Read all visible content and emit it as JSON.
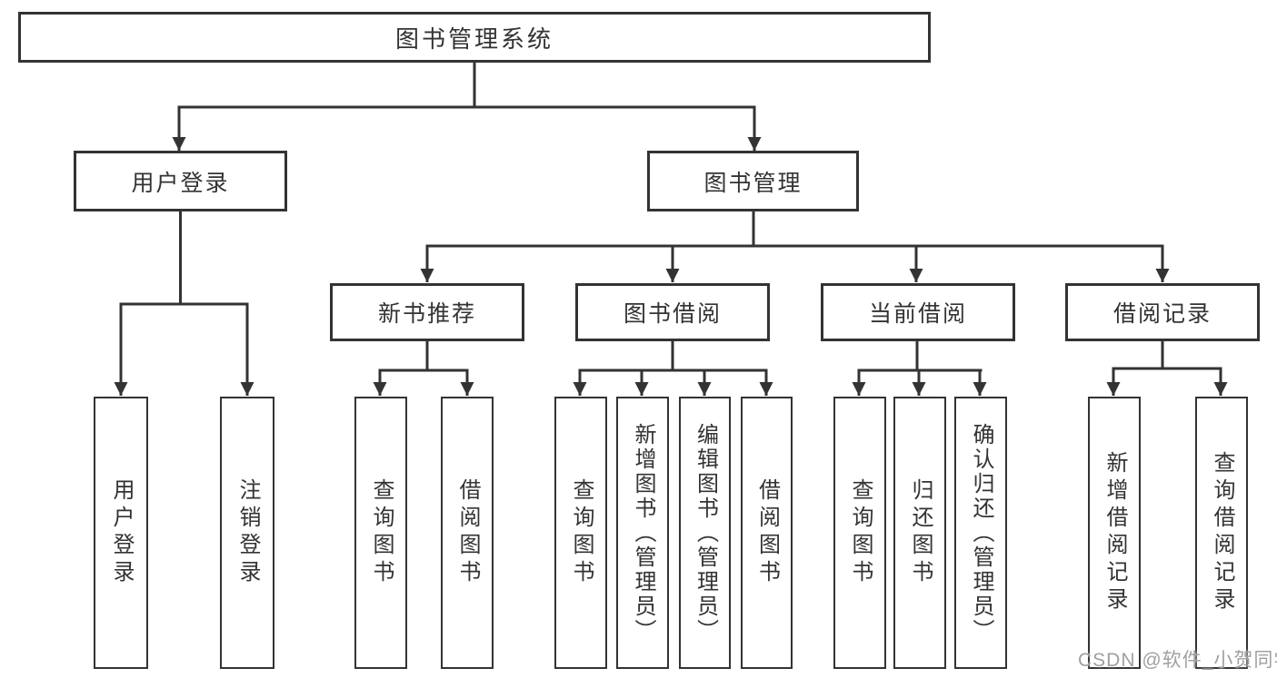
{
  "diagram": {
    "type": "hierarchy-tree",
    "nodes": {
      "root": "图书管理系统",
      "user_login": "用户登录",
      "book_management": "图书管理",
      "new_book_recommend": "新书推荐",
      "book_borrowing": "图书借阅",
      "current_borrowing": "当前借阅",
      "borrowing_records": "借阅记录",
      "leaf_user_login": "用户登录",
      "leaf_logout": "注销登录",
      "leaf_query_books_recommend": "查询图书",
      "leaf_borrow_books_recommend": "借阅图书",
      "leaf_query_books_borrowing": "查询图书",
      "leaf_add_book_admin": "新增图书（管理员）",
      "leaf_edit_book_admin": "编辑图书（管理员）",
      "leaf_borrow_books_borrowing": "借阅图书",
      "leaf_query_books_current": "查询图书",
      "leaf_return_books": "归还图书",
      "leaf_confirm_return_admin": "确认归还（管理员）",
      "leaf_add_borrow_record": "新增借阅记录",
      "leaf_query_borrow_record": "查询借阅记录"
    },
    "edges": [
      [
        "图书管理系统",
        "用户登录"
      ],
      [
        "图书管理系统",
        "图书管理"
      ],
      [
        "用户登录",
        "用户登录"
      ],
      [
        "用户登录",
        "注销登录"
      ],
      [
        "图书管理",
        "新书推荐"
      ],
      [
        "图书管理",
        "图书借阅"
      ],
      [
        "图书管理",
        "当前借阅"
      ],
      [
        "图书管理",
        "借阅记录"
      ],
      [
        "新书推荐",
        "查询图书"
      ],
      [
        "新书推荐",
        "借阅图书"
      ],
      [
        "图书借阅",
        "查询图书"
      ],
      [
        "图书借阅",
        "新增图书（管理员）"
      ],
      [
        "图书借阅",
        "编辑图书（管理员）"
      ],
      [
        "图书借阅",
        "借阅图书"
      ],
      [
        "当前借阅",
        "查询图书"
      ],
      [
        "当前借阅",
        "归还图书"
      ],
      [
        "当前借阅",
        "确认归还（管理员）"
      ],
      [
        "借阅记录",
        "新增借阅记录"
      ],
      [
        "借阅记录",
        "查询借阅记录"
      ]
    ]
  },
  "watermark": "CSDN @软件_小贺同学",
  "colors": {
    "line": "#333333",
    "background": "#ffffff",
    "watermark": "#a0a0a0"
  }
}
